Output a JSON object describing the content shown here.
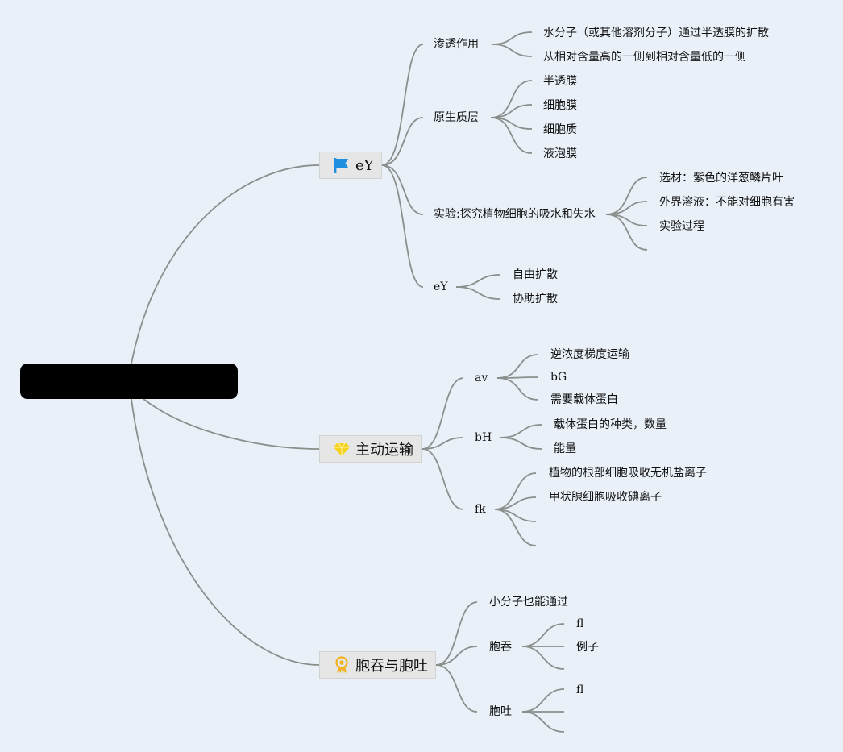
{
  "root": {
    "label": ""
  },
  "topics": {
    "t1": {
      "label": "eY",
      "icon": "blue-flag-icon",
      "children": {
        "osmosis": {
          "label": "渗透作用",
          "items": [
            "水分子（或其他溶剂分子）通过半透膜的扩散",
            "从相对含量高的一侧到相对含量低的一侧"
          ]
        },
        "protoplast": {
          "label": "原生质层",
          "items": [
            "半透膜",
            "细胞膜",
            "细胞质",
            "液泡膜"
          ]
        },
        "experiment": {
          "label": "实验:探究植物细胞的吸水和失水",
          "items": [
            "选材：紫色的洋葱鳞片叶",
            "外界溶液：不能对细胞有害",
            "实验过程",
            ""
          ]
        },
        "passive": {
          "label": "eY",
          "items": [
            "自由扩散",
            "协助扩散"
          ]
        }
      }
    },
    "t2": {
      "label": "主动运输",
      "icon": "yellow-gem-icon",
      "children": {
        "av": {
          "label": "av",
          "items": [
            "逆浓度梯度运输",
            "bG",
            "需要载体蛋白"
          ]
        },
        "bH": {
          "label": "bH",
          "items": [
            "载体蛋白的种类，数量",
            "能量"
          ]
        },
        "fk": {
          "label": "fk",
          "items": [
            "植物的根部细胞吸收无机盐离子",
            "甲状腺细胞吸收碘离子",
            "",
            ""
          ]
        }
      }
    },
    "t3": {
      "label": "胞吞与胞吐",
      "icon": "yellow-medal-icon",
      "children": {
        "small": {
          "label": "小分子也能通过",
          "items": []
        },
        "endo": {
          "label": "胞吞",
          "items": [
            "fl",
            "例子",
            ""
          ]
        },
        "exo": {
          "label": "胞吐",
          "items": [
            "fl",
            "",
            ""
          ]
        }
      }
    }
  },
  "colors": {
    "background": "#e9f0f8",
    "connector": "#8a8f8c",
    "root": "#000000",
    "topic_fill": "#e6e6e6",
    "flag": "#1f8fe0",
    "gem": "#f5d21c",
    "medal": "#f3b21b"
  }
}
